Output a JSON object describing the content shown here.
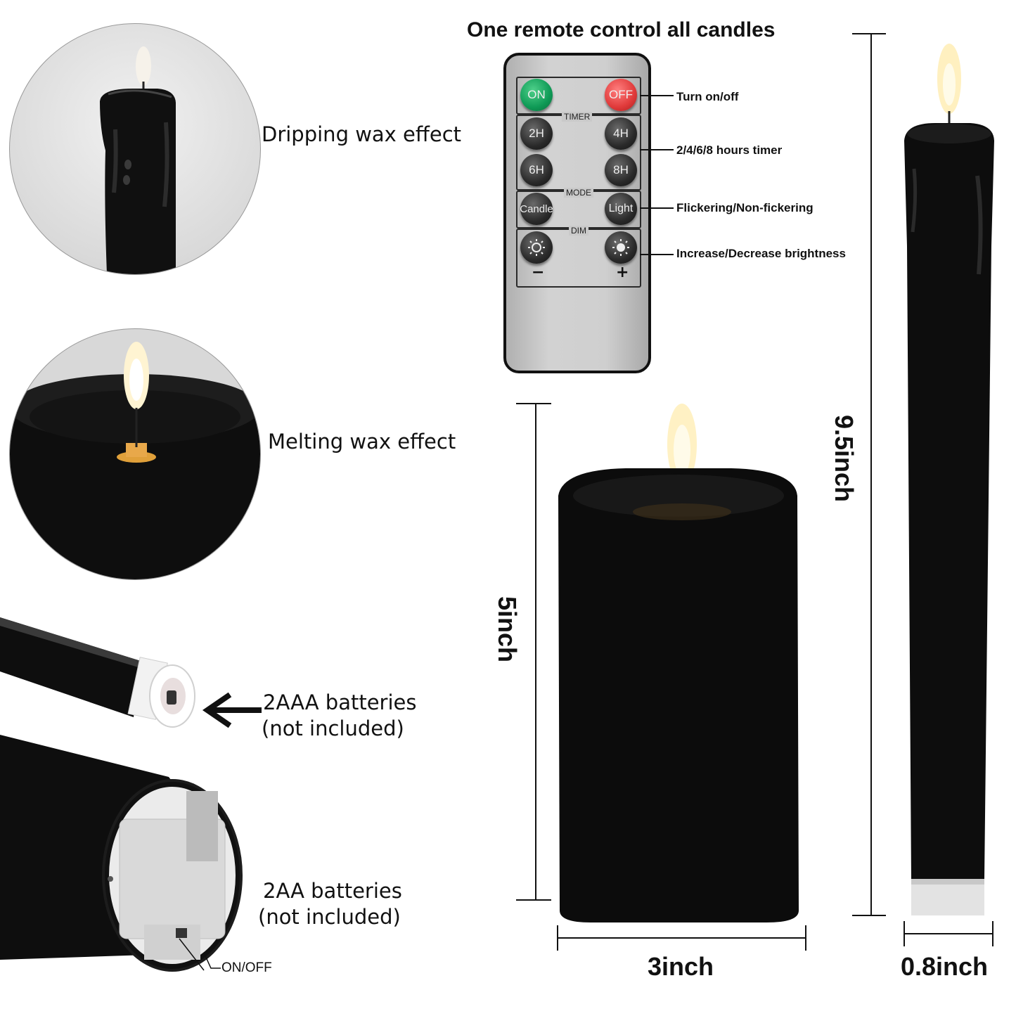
{
  "header": {
    "title": "One remote control all candles"
  },
  "features": {
    "dripping": "Dripping wax effect",
    "melting": "Melting wax effect",
    "aaa_line1": "2AAA batteries",
    "aaa_line2": "(not included)",
    "aa_line1": "2AA batteries",
    "aa_line2": "(not included)",
    "switch_label": "ON/OFF"
  },
  "remote": {
    "on": "ON",
    "off": "OFF",
    "timer_title": "TIMER",
    "timer_buttons": [
      "2H",
      "4H",
      "6H",
      "8H"
    ],
    "mode_title": "MODE",
    "mode_buttons": [
      "Candle",
      "Light"
    ],
    "dim_title": "DIM",
    "dim_minus": "−",
    "dim_plus": "+"
  },
  "callouts": {
    "power": "Turn on/off",
    "timer": "2/4/6/8 hours timer",
    "mode": "Flickering/Non-fickering",
    "dim": "Increase/Decrease brightness"
  },
  "dimensions": {
    "pillar_height": "5inch",
    "pillar_width": "3inch",
    "taper_height": "9.5inch",
    "taper_width": "0.8inch"
  },
  "colors": {
    "candle": "#0d0d0d",
    "flame": "#fff3c8",
    "remote_body": "#c7c7c7",
    "on_button": "#12a35b",
    "off_button": "#e03a3a"
  }
}
